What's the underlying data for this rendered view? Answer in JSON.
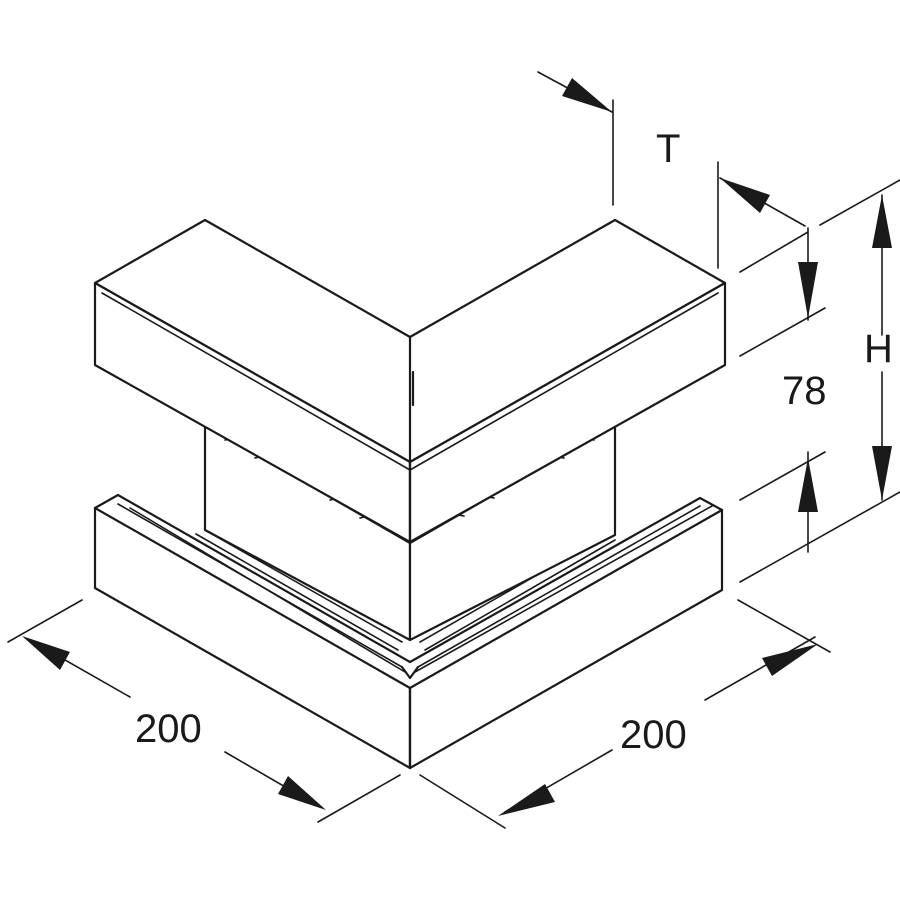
{
  "drawing": {
    "labels": {
      "width_left": "200",
      "width_right": "200",
      "height_inner": "78",
      "height_total": "H",
      "depth": "T"
    }
  }
}
